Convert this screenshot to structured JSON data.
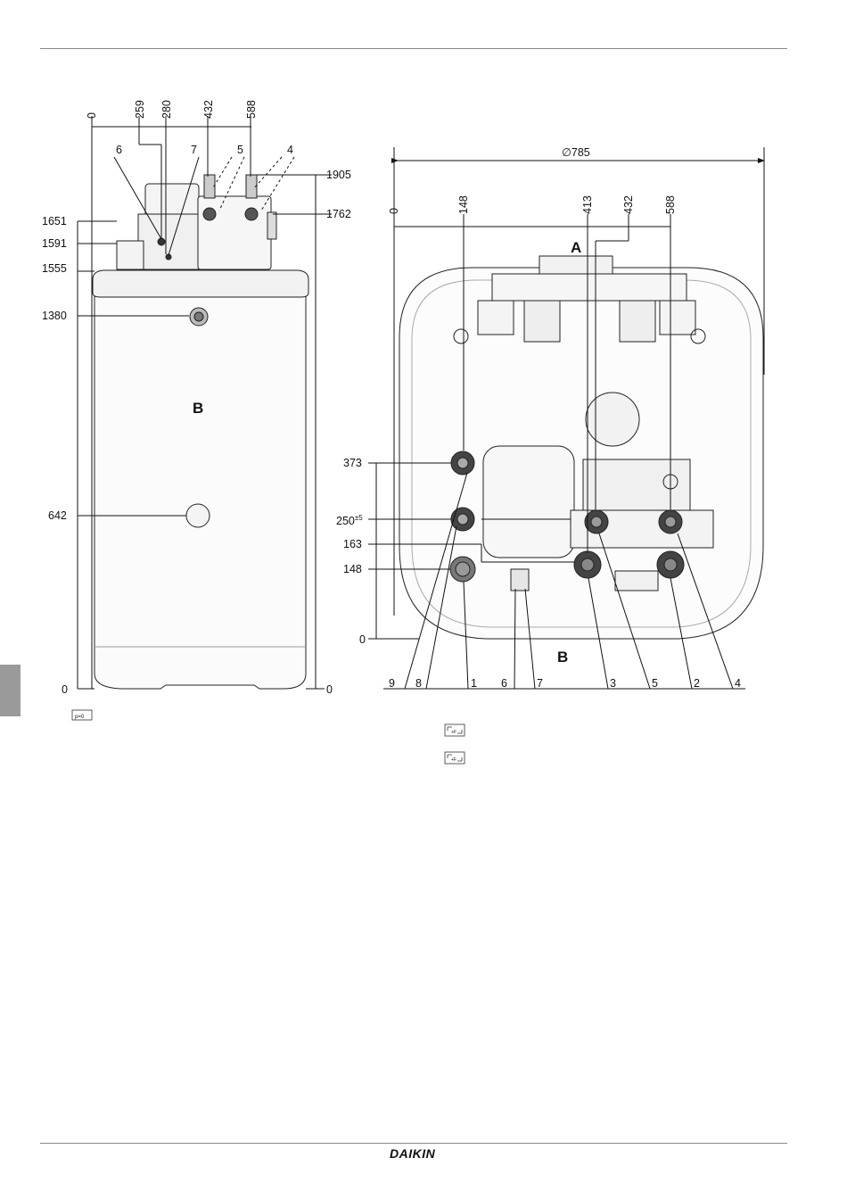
{
  "brand": {
    "logo": "DAIKIN"
  },
  "side_view": {
    "top_dims": [
      "0",
      "259",
      "280",
      "432",
      "588"
    ],
    "left_dims": [
      "1651",
      "1591",
      "1555",
      "1380",
      "642",
      "0"
    ],
    "right_dims": [
      "1905",
      "1762",
      "0"
    ],
    "callouts": [
      "6",
      "7",
      "5",
      "4"
    ],
    "view_label": "B",
    "icon_text": "p=0"
  },
  "top_view": {
    "diameter": "∅785",
    "top_dims": [
      "0",
      "148",
      "413",
      "432",
      "588"
    ],
    "left_dims": [
      "373",
      "250",
      "163",
      "148",
      "0"
    ],
    "tol_sup": "±5",
    "label_a": "A",
    "label_b": "B",
    "bottom_callouts": [
      "9",
      "8",
      "1",
      "6",
      "7",
      "3",
      "5",
      "2",
      "4"
    ],
    "icons": [
      "icon-1",
      "icon-2"
    ]
  }
}
